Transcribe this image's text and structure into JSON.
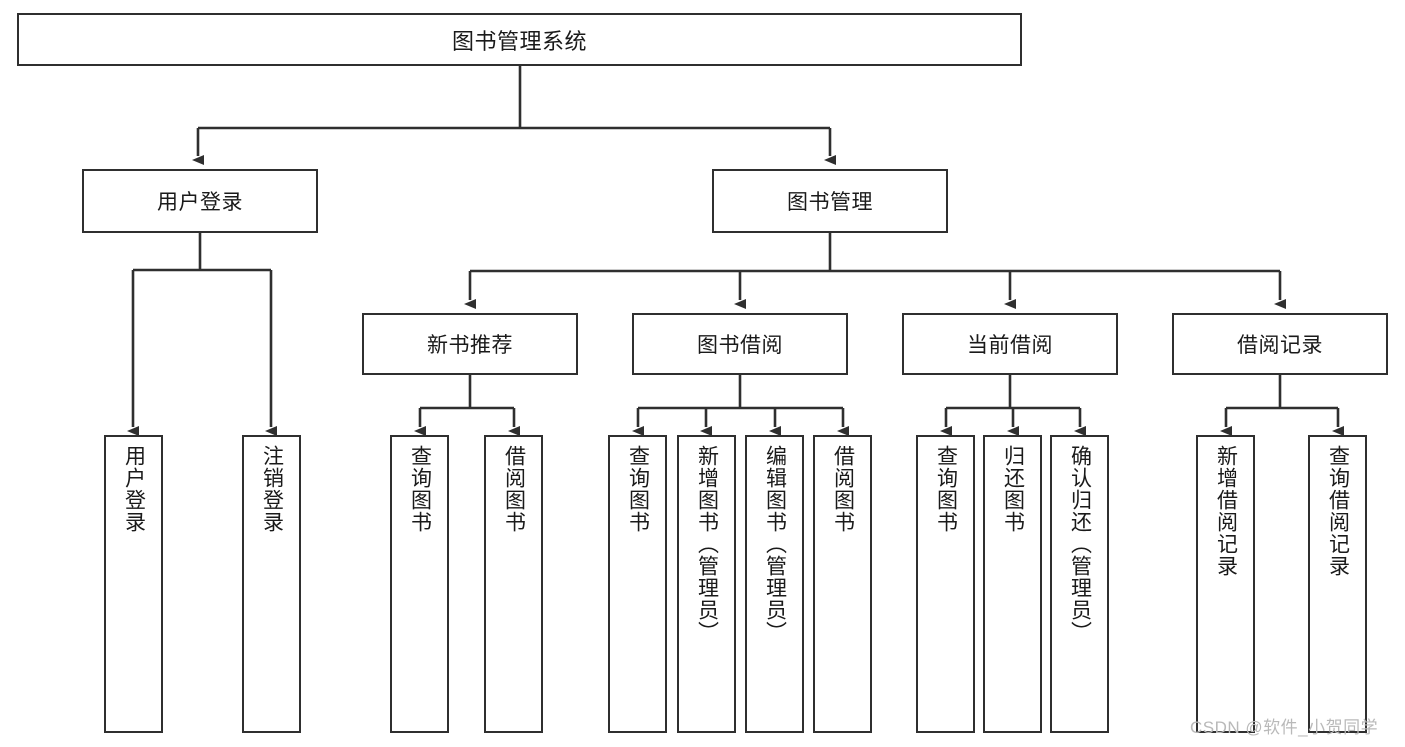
{
  "diagram": {
    "title": "图书管理系统",
    "type": "tree-hierarchy-chart",
    "root": {
      "label": "图书管理系统"
    },
    "level2": [
      {
        "label": "用户登录"
      },
      {
        "label": "图书管理"
      }
    ],
    "level3": [
      {
        "label": "新书推荐"
      },
      {
        "label": "图书借阅"
      },
      {
        "label": "当前借阅"
      },
      {
        "label": "借阅记录"
      }
    ],
    "leaves": {
      "user_login": [
        {
          "label": "用户登录"
        },
        {
          "label": "注销登录"
        }
      ],
      "new_book_recommend": [
        {
          "label": "查询图书"
        },
        {
          "label": "借阅图书"
        }
      ],
      "book_borrow": [
        {
          "label": "查询图书"
        },
        {
          "label": "新增图书（管理员）"
        },
        {
          "label": "编辑图书（管理员）"
        },
        {
          "label": "借阅图书"
        }
      ],
      "current_borrow": [
        {
          "label": "查询图书"
        },
        {
          "label": "归还图书"
        },
        {
          "label": "确认归还（管理员）"
        }
      ],
      "borrow_record": [
        {
          "label": "新增借阅记录"
        },
        {
          "label": "查询借阅记录"
        }
      ]
    },
    "colors": {
      "stroke": "#2f2f2f",
      "fill": "#ffffff",
      "text": "#1a1a1a",
      "watermark": "#b9b9b9"
    }
  },
  "watermark": {
    "text": "CSDN @软件_小贺同学"
  }
}
